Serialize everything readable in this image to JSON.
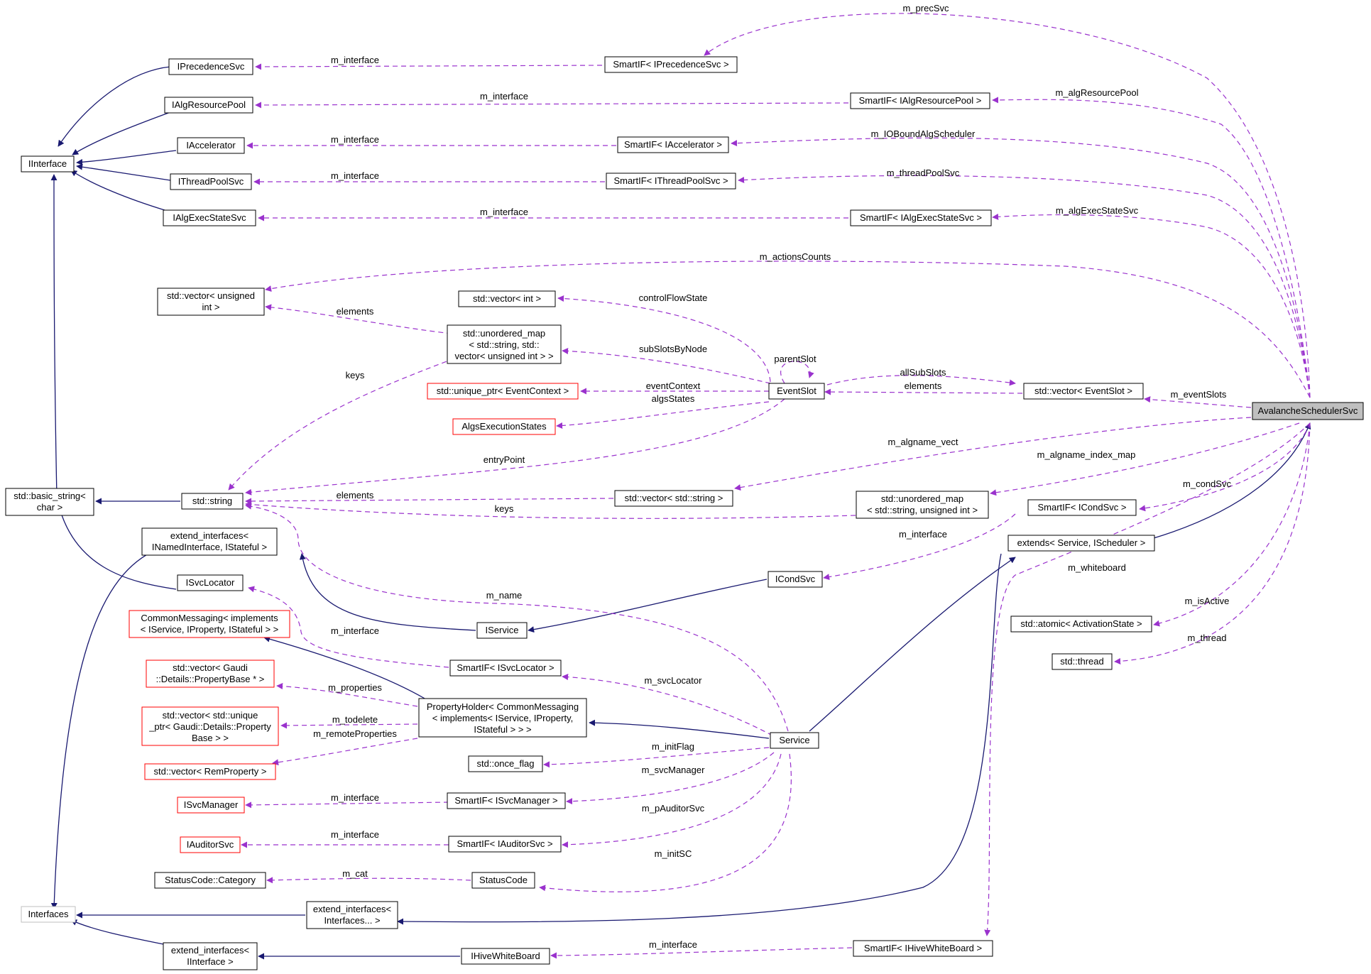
{
  "colors": {
    "inheritance_edge": "#191970",
    "usage_edge": "#9a32cd",
    "box_border": "#000000",
    "undocumented_border": "#ff0000",
    "external_border": "#bfbfbf",
    "focus_fill": "#bfbfbf"
  },
  "nodes": {
    "iprecedencesvc": "IPrecedenceSvc",
    "ialgresourcepool": "IAlgResourcePool",
    "iaccelerator": "IAccelerator",
    "ithreadpoolsvc": "IThreadPoolSvc",
    "ialgexecstatesvc": "IAlgExecStateSvc",
    "iinterface": "IInterface",
    "smartif_iprecedencesvc": "SmartIF< IPrecedenceSvc >",
    "smartif_ialgresourcepool": "SmartIF< IAlgResourcePool >",
    "smartif_iaccelerator": "SmartIF< IAccelerator >",
    "smartif_ithreadpoolsvc": "SmartIF< IThreadPoolSvc >",
    "smartif_ialgexecstatesvc": "SmartIF< IAlgExecStateSvc >",
    "vector_unsigned_int": [
      "std::vector< unsigned",
      "int >"
    ],
    "vector_int": "std::vector< int >",
    "unordered_map_vector": [
      "std::unordered_map",
      "< std::string, std::",
      "vector< unsigned int > >"
    ],
    "unique_ptr_eventcontext": "std::unique_ptr< EventContext >",
    "algsexecutionstates": "AlgsExecutionStates",
    "eventslot": "EventSlot",
    "vector_eventslot": "std::vector< EventSlot >",
    "avalanche": "AvalancheSchedulerSvc",
    "basic_string": [
      "std::basic_string<",
      "char >"
    ],
    "std_string": "std::string",
    "vector_std_string": "std::vector< std::string >",
    "unordered_map_unsigned": [
      "std::unordered_map",
      "< std::string, unsigned int >"
    ],
    "smartif_icondsvc": "SmartIF< ICondSvc >",
    "extend_interfaces_inamed": [
      "extend_interfaces<",
      "INamedInterface, IStateful >"
    ],
    "extends_service": "extends< Service, IScheduler >",
    "isvclocator": "ISvcLocator",
    "icondsvc": "ICondSvc",
    "commonmessaging": [
      "CommonMessaging< implements",
      "< IService, IProperty, IStateful > >"
    ],
    "iservice": "IService",
    "smartif_isvclocator": "SmartIF< ISvcLocator >",
    "atomic_activationstate": "std::atomic< ActivationState >",
    "std_thread": "std::thread",
    "vector_propertybase": [
      "std::vector< Gaudi",
      "::Details::PropertyBase * >"
    ],
    "propertyholder": [
      "PropertyHolder< CommonMessaging",
      "< implements< IService, IProperty,",
      "IStateful > > >"
    ],
    "vector_unique_ptr_property": [
      "std::vector< std::unique",
      "_ptr< Gaudi::Details::Property",
      "Base > >"
    ],
    "service": "Service",
    "vector_remproperty": "std::vector< RemProperty >",
    "once_flag": "std::once_flag",
    "isvcmanager": "ISvcManager",
    "smartif_isvcmanager": "SmartIF< ISvcManager >",
    "iauditorsvc": "IAuditorSvc",
    "smartif_iauditorsvc": "SmartIF< IAuditorSvc >",
    "statuscode_category": "StatusCode::Category",
    "statuscode": "StatusCode",
    "interfaces": "Interfaces",
    "extend_interfaces_variadic": [
      "extend_interfaces<",
      "Interfaces... >"
    ],
    "extend_interfaces_iinterface": [
      "extend_interfaces<",
      "IInterface >"
    ],
    "ihivewhiteboard": "IHiveWhiteBoard",
    "smartif_ihivewhiteboard": "SmartIF< IHiveWhiteBoard >"
  },
  "edge_labels": {
    "m_precSvc": "m_precSvc",
    "m_interface": "m_interface",
    "m_algResourcePool": "m_algResourcePool",
    "m_IOBoundAlgScheduler": "m_IOBoundAlgScheduler",
    "m_threadPoolSvc": "m_threadPoolSvc",
    "m_algExecStateSvc": "m_algExecStateSvc",
    "m_actionsCounts": "m_actionsCounts",
    "controlFlowState": "controlFlowState",
    "elements": "elements",
    "subSlotsByNode": "subSlotsByNode",
    "parentSlot": "parentSlot",
    "allSubSlots": "allSubSlots",
    "keys": "keys",
    "eventContext": "eventContext",
    "algsStates": "algsStates",
    "m_eventSlots": "m_eventSlots",
    "entryPoint": "entryPoint",
    "m_algname_vect": "m_algname_vect",
    "m_algname_index_map": "m_algname_index_map",
    "m_condSvc": "m_condSvc",
    "m_whiteboard": "m_whiteboard",
    "m_name": "m_name",
    "m_isActive": "m_isActive",
    "m_thread": "m_thread",
    "m_svcLocator": "m_svcLocator",
    "m_properties": "m_properties",
    "m_todelete": "m_todelete",
    "m_remoteProperties": "m_remoteProperties",
    "m_initFlag": "m_initFlag",
    "m_svcManager": "m_svcManager",
    "m_pAuditorSvc": "m_pAuditorSvc",
    "m_initSC": "m_initSC",
    "m_cat": "m_cat"
  }
}
